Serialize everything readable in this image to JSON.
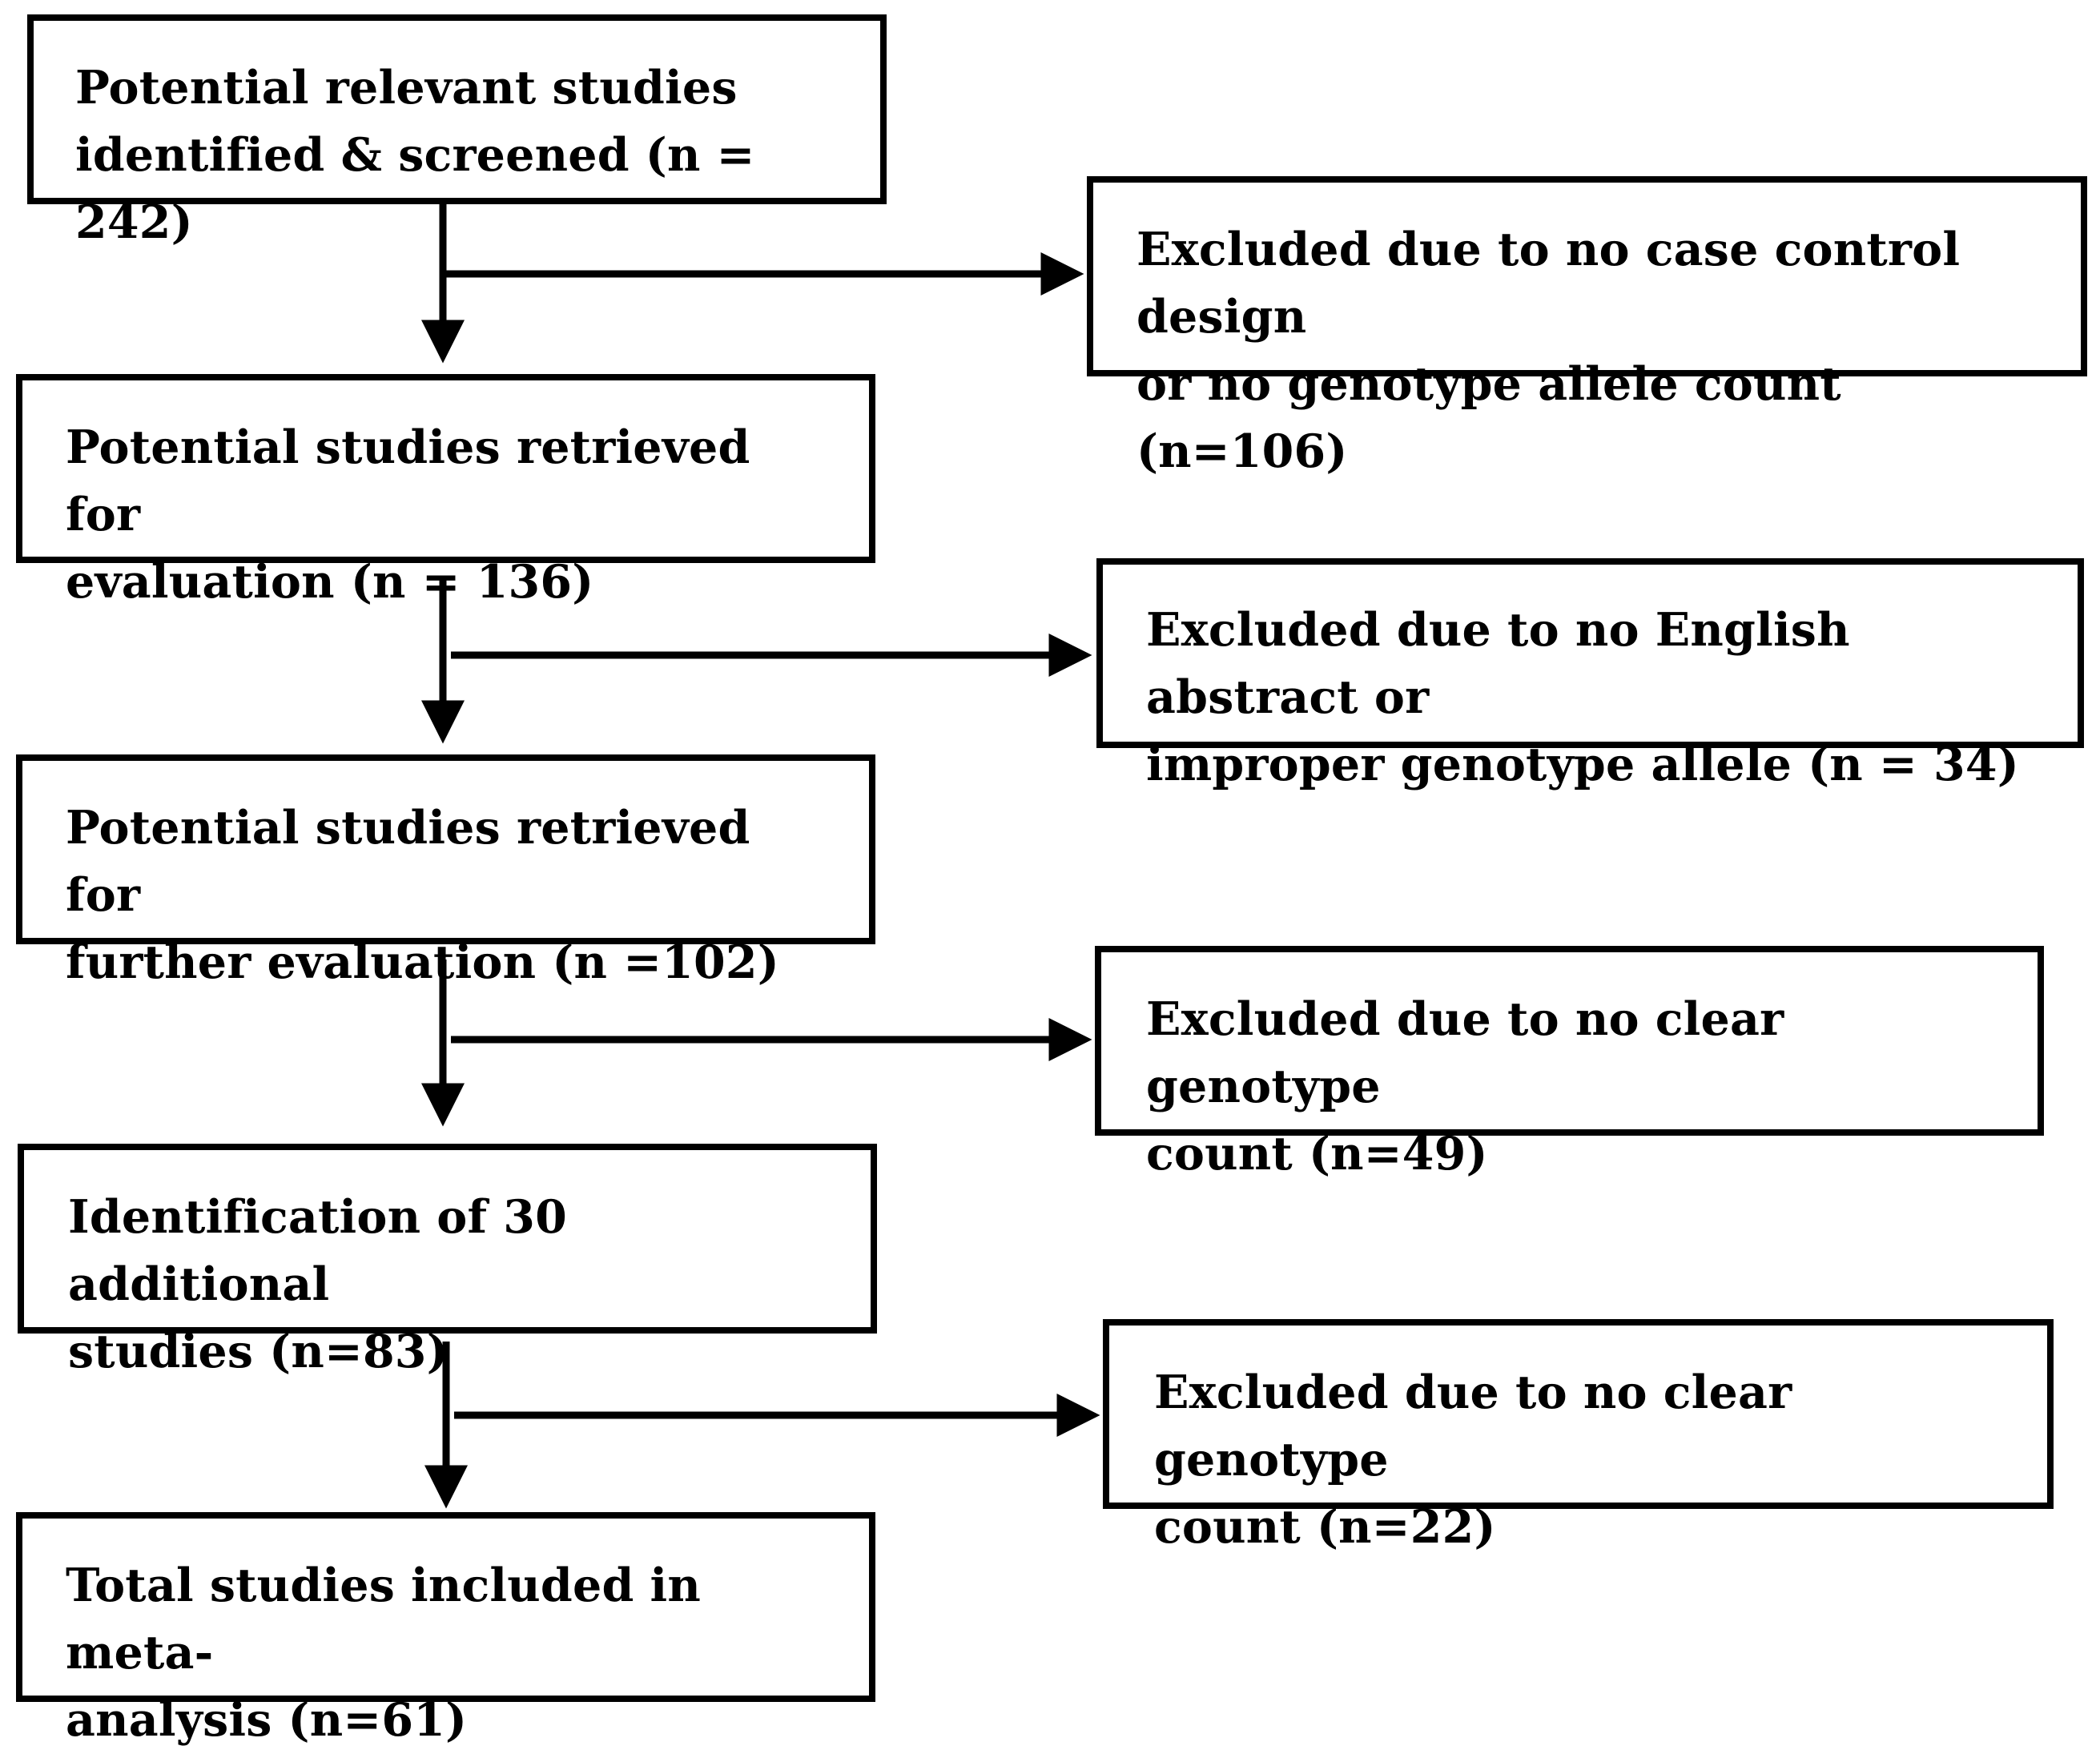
{
  "flow": {
    "main_steps": [
      "Potential relevant studies\nidentified & screened (n = 242)",
      "Potential studies retrieved for\nevaluation (n = 136)",
      "Potential studies retrieved for\nfurther evaluation (n =102)",
      "Identification of 30 additional\nstudies (n=83)",
      "Total studies included in meta-\nanalysis (n=61)"
    ],
    "exclusions": [
      "Excluded due to no case control design\nor no genotype allele count (n=106)",
      "Excluded due to no English abstract or\nimproper genotype allele (n = 34)",
      "Excluded due to no clear genotype\ncount (n=49)",
      "Excluded due to no clear genotype\ncount (n=22)"
    ]
  }
}
